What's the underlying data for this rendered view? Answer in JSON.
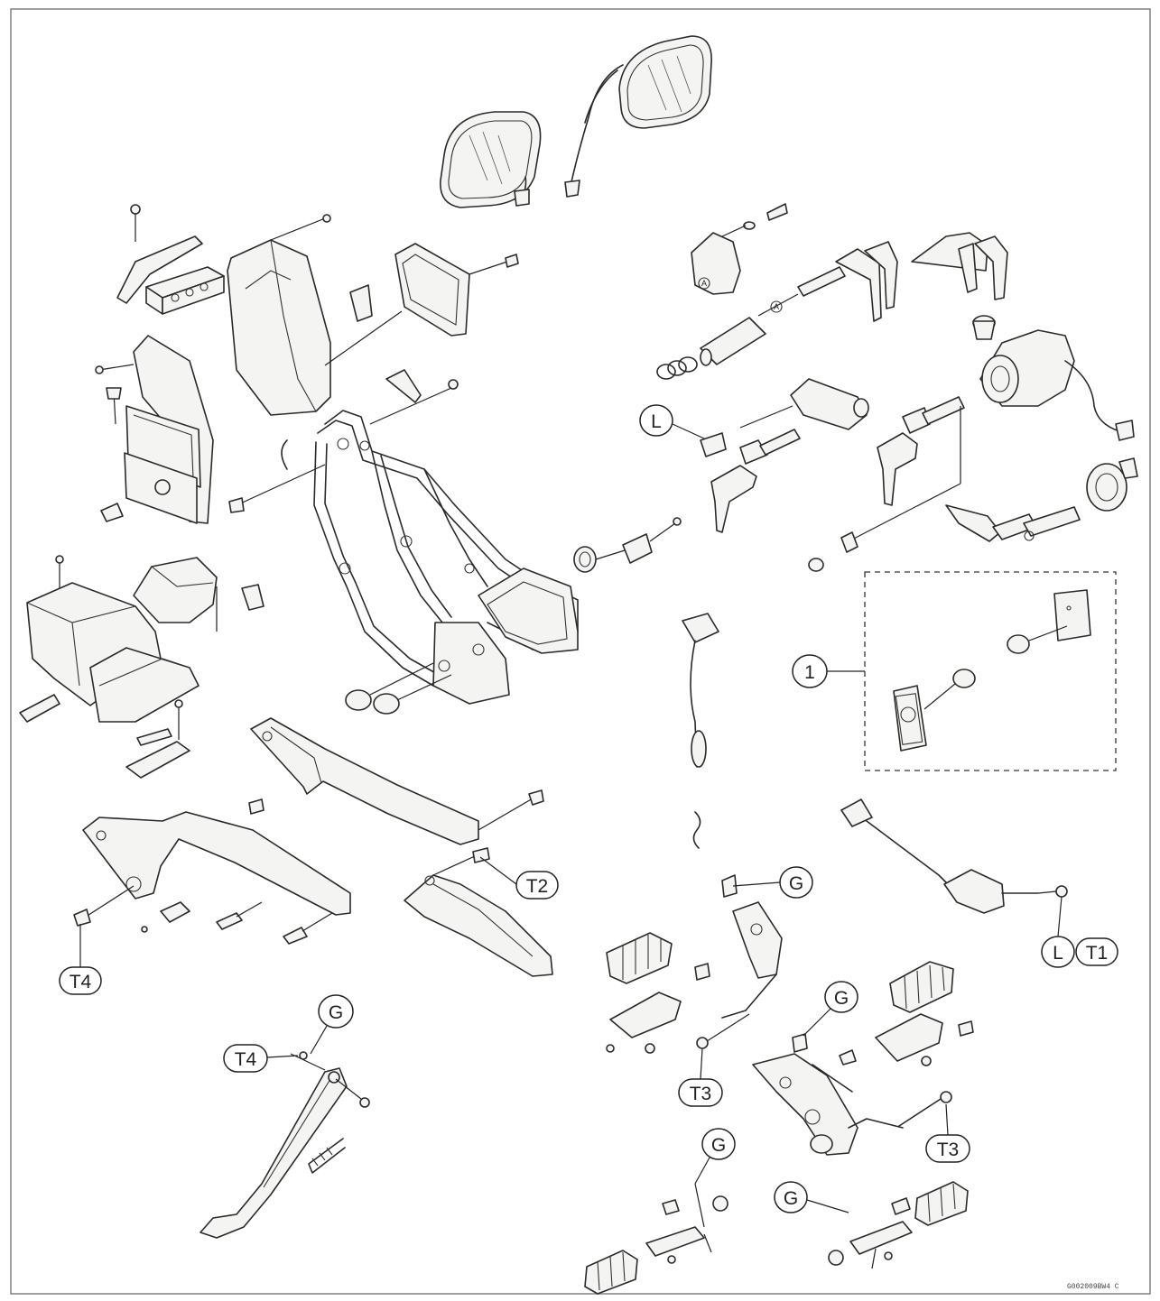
{
  "callouts": {
    "item_1": "1",
    "lock_code": "L",
    "grease": "G",
    "torque_1": "T1",
    "torque_2": "T2",
    "torque_3": "T3",
    "torque_4": "T4"
  },
  "marks": {
    "a": "A"
  },
  "figure_code": "G002009BW4 C"
}
